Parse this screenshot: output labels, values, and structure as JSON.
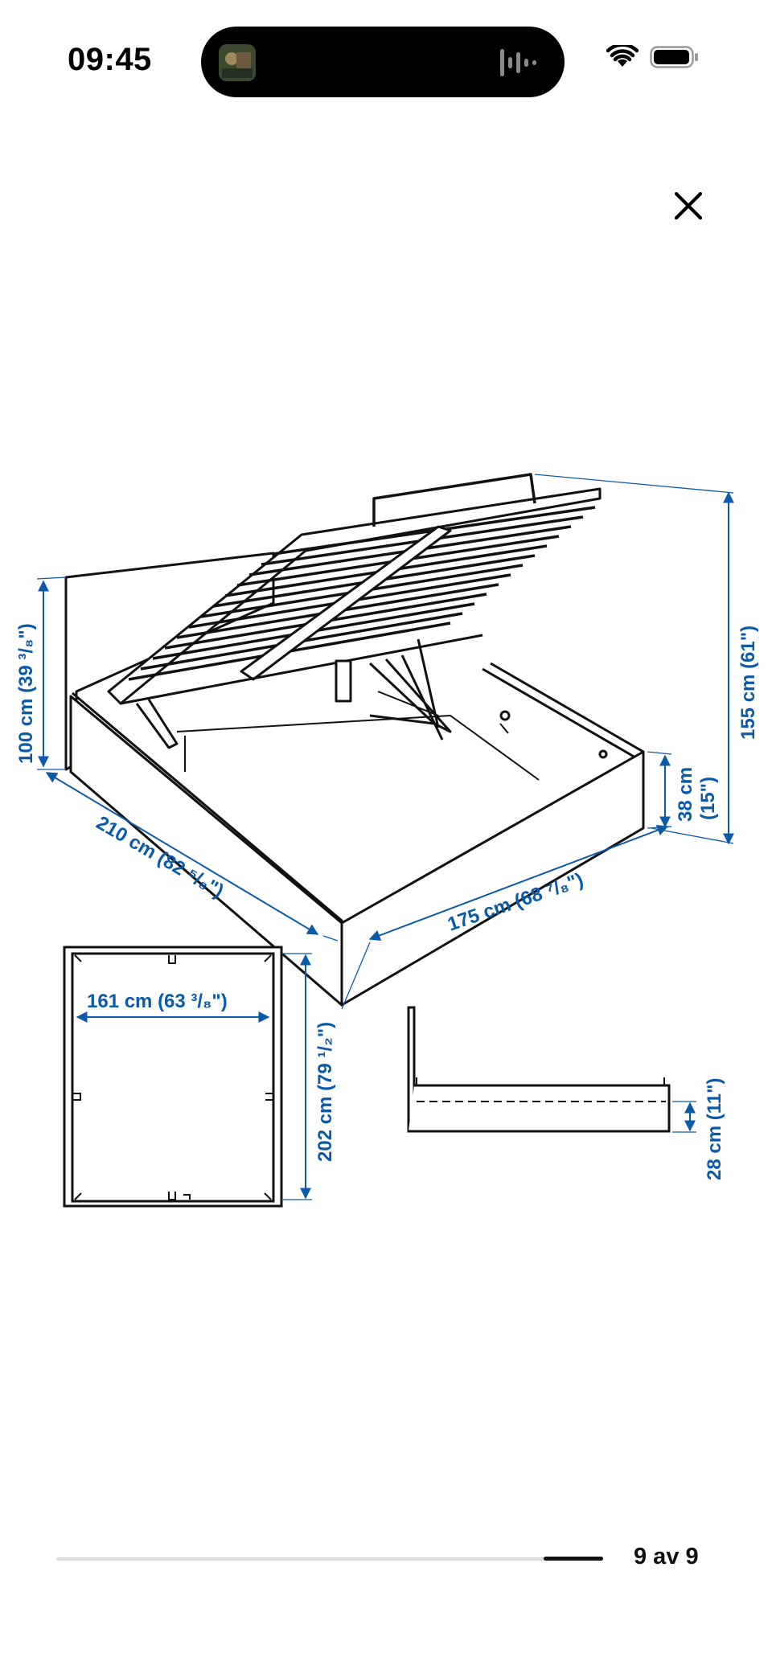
{
  "status_bar": {
    "time": "09:45",
    "icons": [
      "now-playing-artwork",
      "audio-waveform-icon",
      "wifi-icon",
      "battery-icon"
    ]
  },
  "close_button": {
    "icon": "close-icon"
  },
  "diagram": {
    "dimension_color": "#0a5aa8",
    "labels": {
      "headboard_height": "100 cm (39 ³/₈\")",
      "total_height": "155 cm (61\")",
      "length": "210 cm (82 ⁵/₈\")",
      "width": "175 cm (68 ⁷/₈\")",
      "side_height": "38 cm",
      "side_height_in": "(15\")",
      "inner_width": "161 cm (63 ³/₈\")",
      "inner_length": "202 cm (79 ¹/₂\")",
      "clearance": "28 cm (11\")"
    }
  },
  "pager": {
    "label": "9 av 9",
    "progress": 1.0
  }
}
